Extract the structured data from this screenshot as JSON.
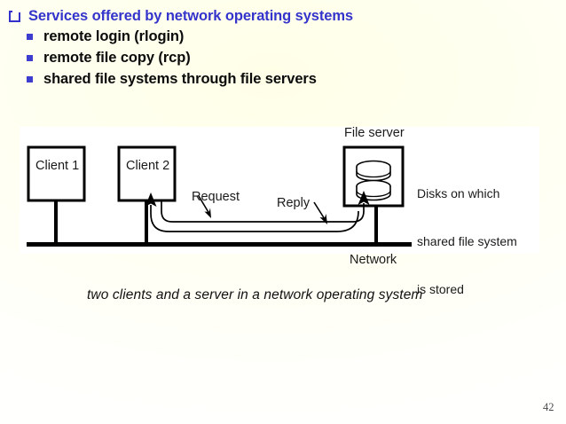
{
  "slide": {
    "page_number": "42",
    "title": {
      "marker": "hollow-square-bullet",
      "text": "Services offered by network operating systems",
      "color": "#3434cc"
    },
    "sub_bullets": [
      {
        "marker": "filled-square-bullet",
        "text": "remote login (rlogin)"
      },
      {
        "marker": "filled-square-bullet",
        "text": "remote file copy (rcp)"
      },
      {
        "marker": "filled-square-bullet",
        "text": "shared file systems through file servers"
      }
    ],
    "caption": "two clients and a server in a network operating system",
    "background_color": "#fffff2"
  },
  "diagram": {
    "type": "network-topology",
    "nodes": [
      {
        "id": "client1",
        "label": "Client 1"
      },
      {
        "id": "client2",
        "label": "Client 2"
      },
      {
        "id": "fileserver",
        "label": "File server",
        "contains": "two-disk-cylinders"
      }
    ],
    "bus_label": "Network",
    "flows": [
      {
        "id": "request",
        "label": "Request",
        "from": "client2",
        "to": "fileserver"
      },
      {
        "id": "reply",
        "label": "Reply",
        "from": "fileserver",
        "to": "client2"
      }
    ],
    "annotation": "Disks on which\nshared file system\nis stored",
    "annotation_lines": [
      "Disks on which",
      "shared file system",
      "is stored"
    ],
    "line_color": "#000000",
    "panel_color": "#ffffff"
  }
}
